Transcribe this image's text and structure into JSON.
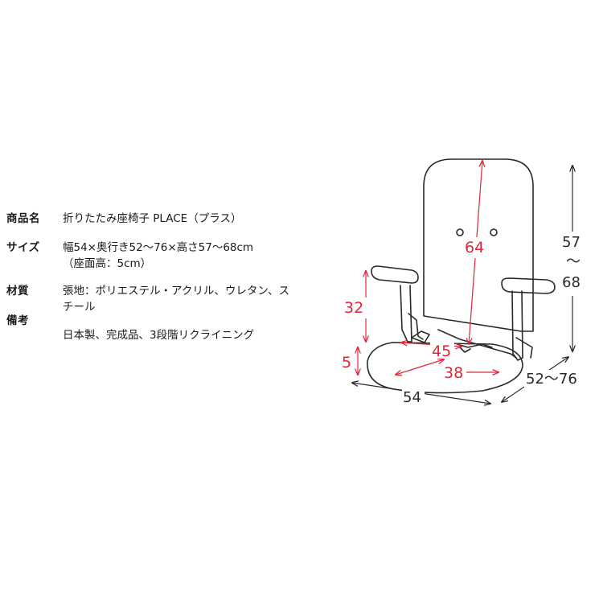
{
  "specs": {
    "name": {
      "label": "商品名",
      "value": "折りたたみ座椅子 PLACE（プラス）"
    },
    "size": {
      "label": "サイズ",
      "value_line1": "幅54×奥行き52～76×高さ57～68cm",
      "value_line2": "（座面高：5cm）"
    },
    "material": {
      "label": "材質",
      "value_line1": "張地：ポリエステル・アクリル、ウレタン、ス",
      "value_line2": "チール"
    },
    "remarks": {
      "label": "備考",
      "value": "日本製、完成品、3段階リクライニング"
    }
  },
  "dimensions": {
    "back_height": "64",
    "armrest_height": "32",
    "seat_height": "5",
    "seat_depth": "45",
    "seat_width": "38",
    "total_width": "54",
    "depth_range": "52〜76",
    "height_top": "57",
    "height_tilde": "〜",
    "height_bottom": "68"
  },
  "colors": {
    "dimension_red": "#e0263a",
    "outline": "#2a2a2a"
  }
}
